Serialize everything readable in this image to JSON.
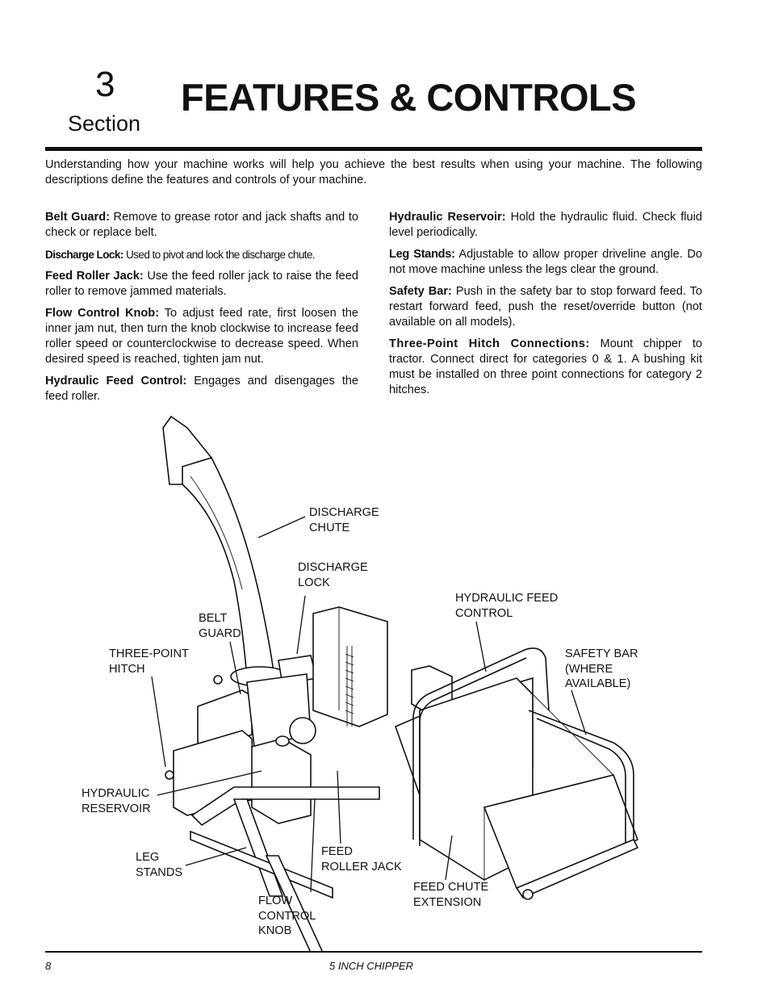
{
  "header": {
    "section_number": "3",
    "section_word": "Section",
    "title": "FEATURES & CONTROLS"
  },
  "intro": "Understanding how your machine works will help you achieve the best results when using your machine.  The following descriptions define the features and controls of your machine.",
  "left_column": [
    {
      "term": "Belt Guard:",
      "text": " Remove to grease rotor and jack shafts and to check or replace belt."
    },
    {
      "term": "Discharge Lock:",
      "text": " Used to pivot and lock the discharge chute."
    },
    {
      "term": "Feed Roller Jack:",
      "text": " Use the feed roller jack to raise the feed roller to remove jammed materials."
    },
    {
      "term": "Flow Control Knob:",
      "text": "  To adjust feed rate, first loosen the inner jam nut, then turn the knob clockwise to increase feed roller speed or counterclockwise to decrease speed. When desired speed is reached, tighten jam nut."
    },
    {
      "term": "Hydraulic Feed Control:",
      "text": " Engages and disengages the feed roller."
    }
  ],
  "right_column": [
    {
      "term": "Hydraulic Reservoir:",
      "text": "  Hold the hydraulic fluid. Check fluid level periodically."
    },
    {
      "term": "Leg Stands:",
      "text": " Adjustable to allow proper driveline angle. Do not move machine unless the legs clear the ground."
    },
    {
      "term": "Safety Bar:",
      "text": "  Push in the safety bar to stop forward feed. To restart forward feed, push the reset/override button (not available on all models)."
    },
    {
      "term": "Three-Point Hitch Connections:",
      "text": "  Mount chipper to tractor. Connect direct for categories 0 & 1. A bushing kit must be installed on three point connections for category 2 hitches."
    }
  ],
  "figure_labels": {
    "discharge_chute": [
      "DISCHARGE",
      "CHUTE"
    ],
    "discharge_lock": [
      "DISCHARGE",
      "LOCK"
    ],
    "hydraulic_feed_control": [
      "HYDRAULIC FEED",
      "CONTROL"
    ],
    "belt_guard": [
      "BELT",
      "GUARD"
    ],
    "three_point_hitch": [
      "THREE-POINT",
      "HITCH"
    ],
    "safety_bar": [
      "SAFETY BAR",
      "(WHERE",
      "AVAILABLE)"
    ],
    "hydraulic_reservoir": [
      "HYDRAULIC",
      "RESERVOIR"
    ],
    "leg_stands": [
      "LEG",
      "STANDS"
    ],
    "feed_roller_jack": [
      "FEED",
      "ROLLER JACK"
    ],
    "feed_chute_extension": [
      "FEED CHUTE",
      "EXTENSION"
    ],
    "flow_control_knob": [
      "FLOW",
      "CONTROL",
      "KNOB"
    ]
  },
  "footer": {
    "page_number": "8",
    "title": "5 INCH CHIPPER"
  }
}
